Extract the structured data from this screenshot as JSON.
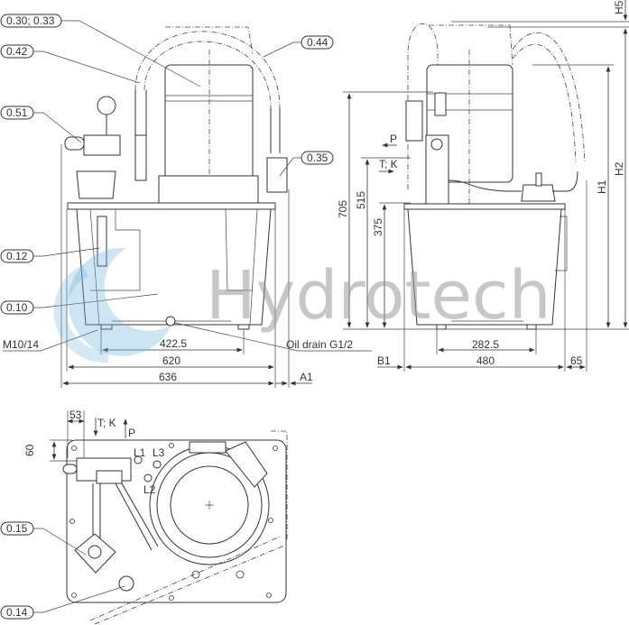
{
  "watermark": {
    "brand": "Hydrotech",
    "swirl_color": "#6fb3dd",
    "text_color": "#9a9a9a"
  },
  "front_view": {
    "callouts": [
      "0.30; 0.33",
      "0.42",
      "0.51",
      "0.44",
      "0.35",
      "0.12",
      "0.10"
    ],
    "thread_label": "M10/14",
    "drain_label": "Oil drain G1/2",
    "dimensions": {
      "foot_spacing": "422.5",
      "tank_width": "620",
      "overall_width": "636",
      "offset": "A1"
    }
  },
  "side_view": {
    "port_p": "P",
    "port_tk": "T; K",
    "dimensions": {
      "height_total": "705",
      "height_port": "515",
      "height_tank": "375",
      "foot_spacing": "282.5",
      "tank_depth": "480",
      "overhang": "65",
      "offset": "B1",
      "h1": "H1",
      "h2": "H2",
      "h5": "H5"
    }
  },
  "top_view": {
    "callouts": [
      "0.15",
      "0.14"
    ],
    "ports": [
      "L1",
      "L3",
      "L2"
    ],
    "port_tk": "T; K",
    "port_p": "P",
    "dimensions": {
      "x_offset": "53",
      "y_offset": "60"
    }
  }
}
